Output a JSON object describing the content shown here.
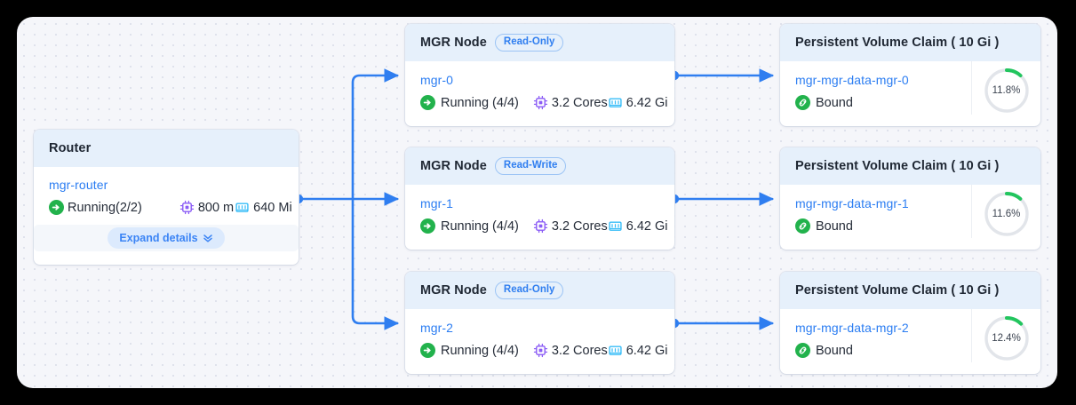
{
  "canvas": {
    "background_color": "#f5f6fa",
    "dot_color": "#dfe2ec"
  },
  "theme": {
    "link_color": "#2b7df2",
    "header_color": "#e6f0fb",
    "edge_color": "#2f7ef0",
    "running_color": "#22b24c",
    "bound_color": "#22b24c",
    "cpu_icon_color": "#8b5cf6",
    "mem_icon_color": "#38bdf8",
    "gauge_color": "#22c55e",
    "gauge_track_color": "#e2e5ea"
  },
  "router": {
    "title": "Router",
    "name": "mgr-router",
    "status": "Running(2/2)",
    "status_icon": "running-arrow-icon",
    "cpu": "800 m",
    "cpu_icon": "cpu-chip-icon",
    "memory": "640 Mi",
    "memory_icon": "memory-stick-icon",
    "expand_label": "Expand details",
    "expand_icon": "double-chevron-down-icon"
  },
  "mgr_nodes": [
    {
      "title": "MGR Node",
      "badge": "Read-Only",
      "name": "mgr-0",
      "status": "Running (4/4)",
      "status_icon": "running-arrow-icon",
      "cpu": "3.2 Cores",
      "cpu_icon": "cpu-chip-icon",
      "memory": "6.42 Gi",
      "memory_icon": "memory-stick-icon"
    },
    {
      "title": "MGR Node",
      "badge": "Read-Write",
      "name": "mgr-1",
      "status": "Running (4/4)",
      "status_icon": "running-arrow-icon",
      "cpu": "3.2 Cores",
      "cpu_icon": "cpu-chip-icon",
      "memory": "6.42 Gi",
      "memory_icon": "memory-stick-icon"
    },
    {
      "title": "MGR Node",
      "badge": "Read-Only",
      "name": "mgr-2",
      "status": "Running (4/4)",
      "status_icon": "running-arrow-icon",
      "cpu": "3.2 Cores",
      "cpu_icon": "cpu-chip-icon",
      "memory": "6.42 Gi",
      "memory_icon": "memory-stick-icon"
    }
  ],
  "pvcs": [
    {
      "title": "Persistent Volume Claim ( 10 Gi )",
      "name": "mgr-mgr-data-mgr-0",
      "status": "Bound",
      "status_icon": "link-bound-icon",
      "usage_label": "11.8%",
      "usage_value": 11.8
    },
    {
      "title": "Persistent Volume Claim ( 10 Gi )",
      "name": "mgr-mgr-data-mgr-1",
      "status": "Bound",
      "status_icon": "link-bound-icon",
      "usage_label": "11.6%",
      "usage_value": 11.6
    },
    {
      "title": "Persistent Volume Claim ( 10 Gi )",
      "name": "mgr-mgr-data-mgr-2",
      "status": "Bound",
      "status_icon": "link-bound-icon",
      "usage_label": "12.4%",
      "usage_value": 12.4
    }
  ]
}
